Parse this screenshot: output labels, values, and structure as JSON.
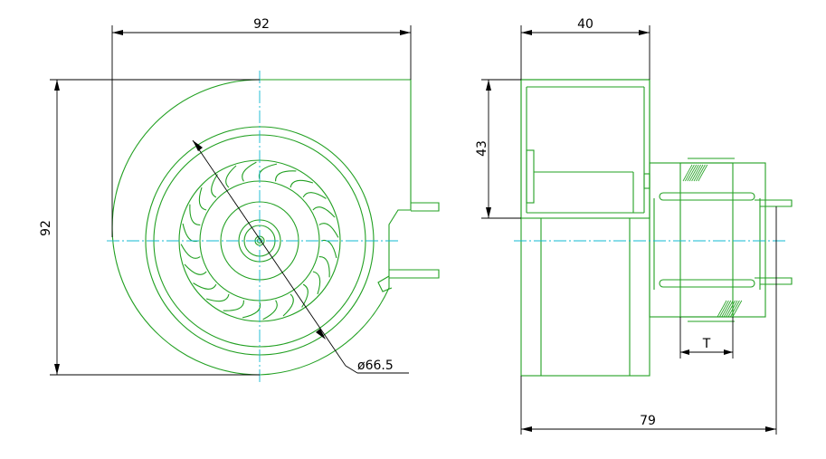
{
  "front_view": {
    "width_label": "92",
    "height_label": "92",
    "diameter_label": "ø66.5"
  },
  "side_view": {
    "width_label": "40",
    "height_label": "43",
    "motor_label": "T",
    "overall_label": "79"
  },
  "colors": {
    "outline": "#22a022",
    "centerline": "#10b8d0",
    "dimension": "#000000"
  }
}
